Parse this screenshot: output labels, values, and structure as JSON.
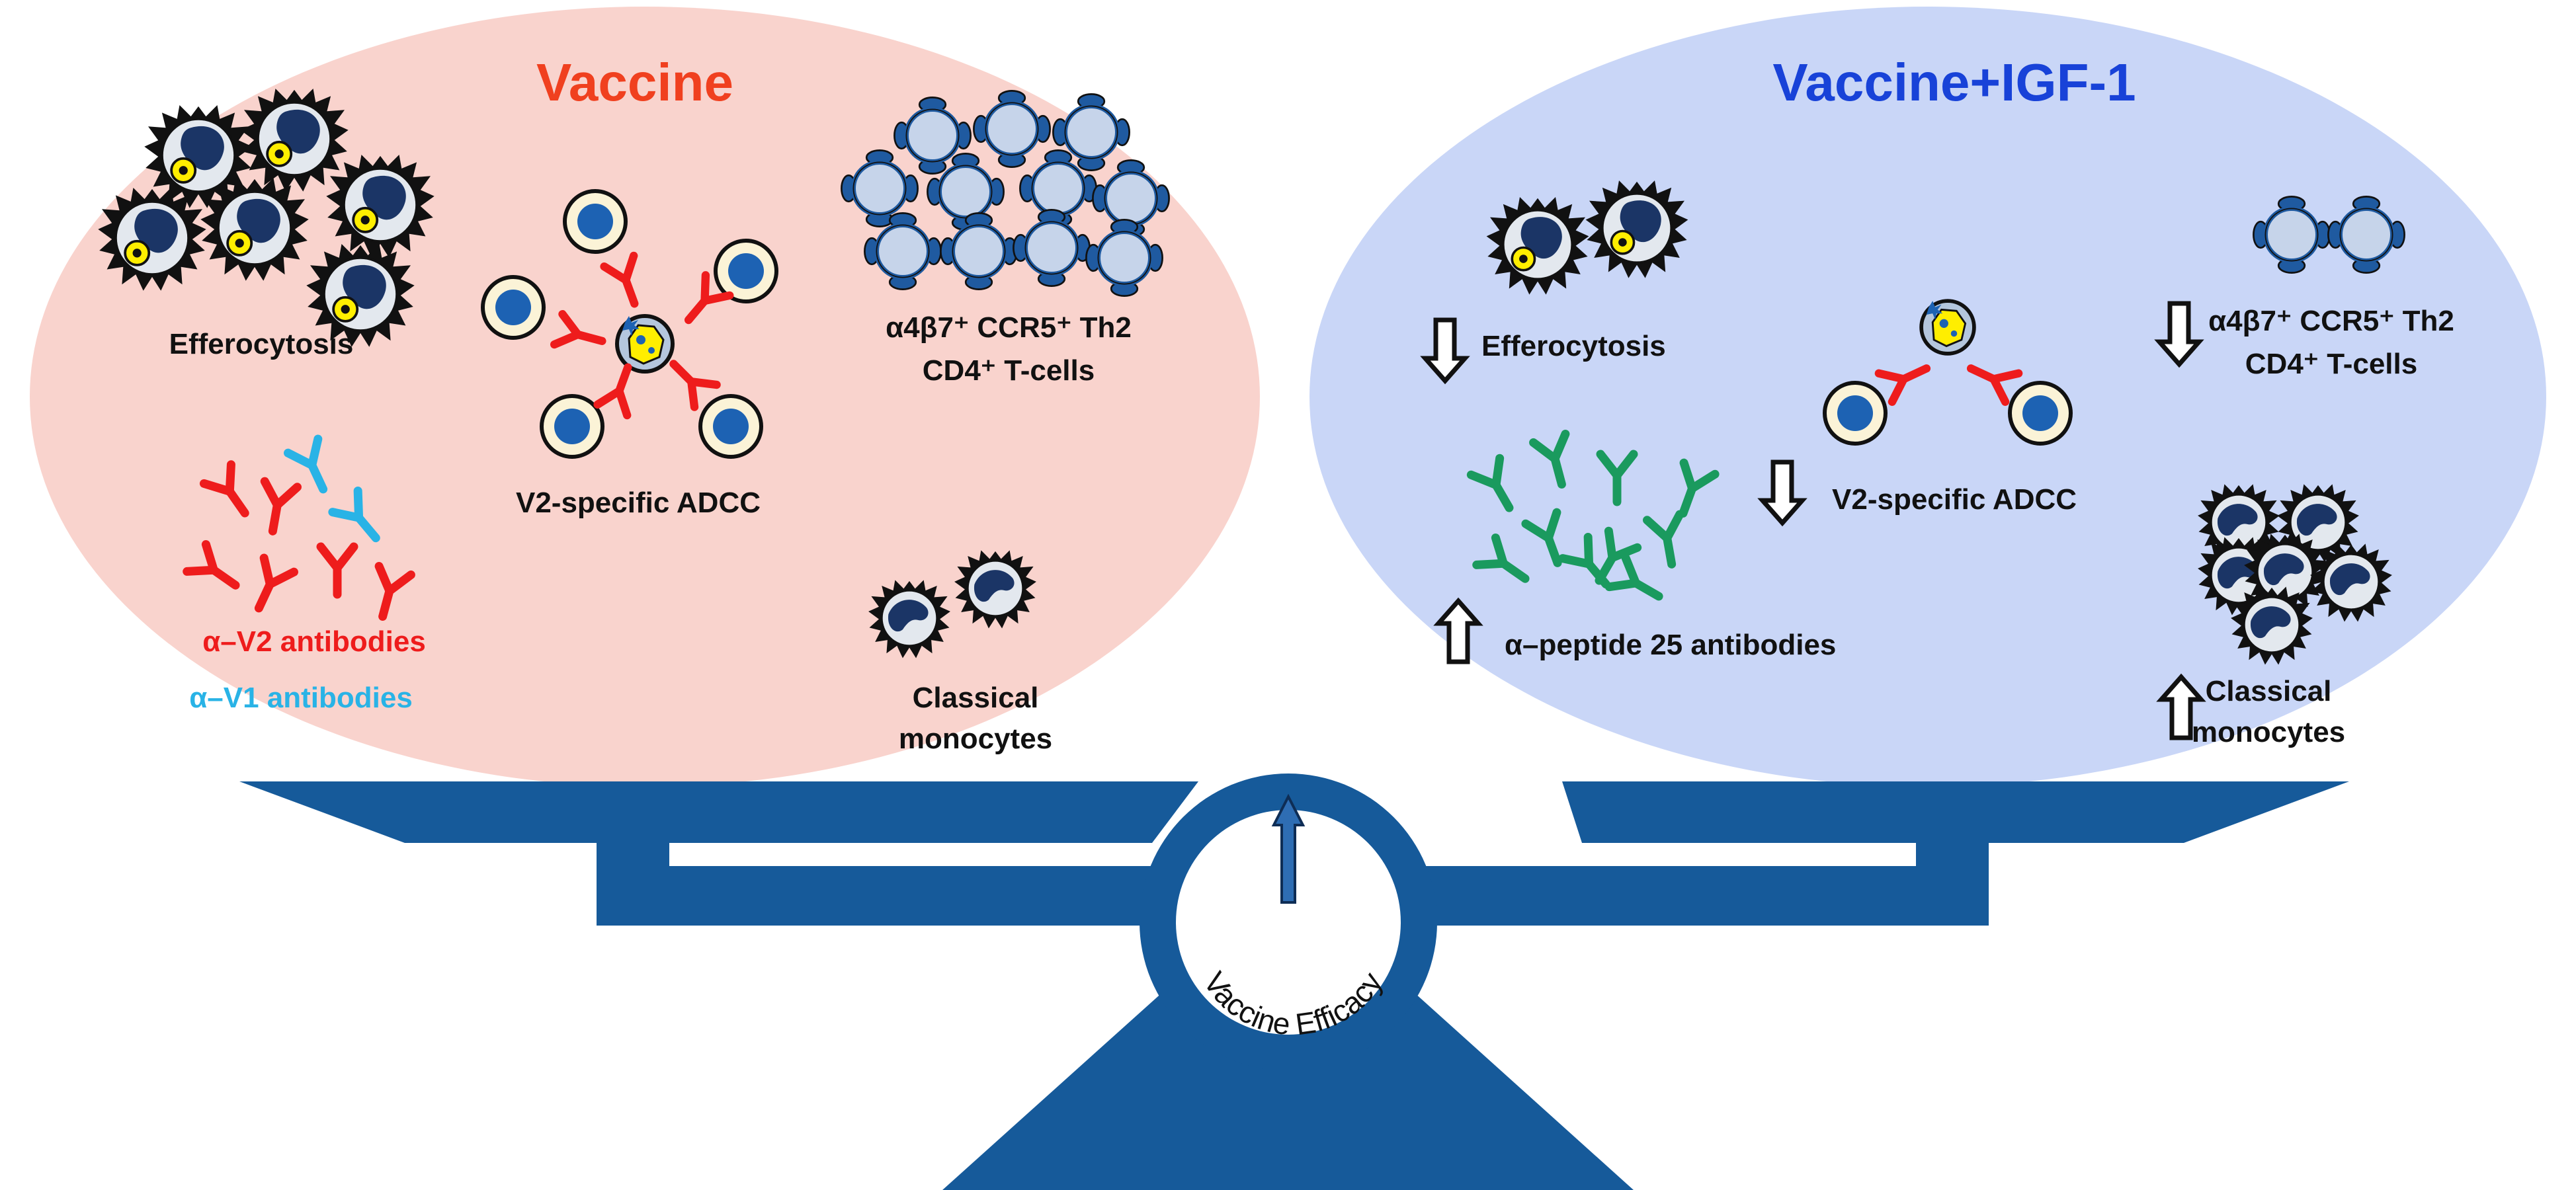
{
  "left_panel": {
    "title": "Vaccine",
    "efferocytosis": "Efferocytosis",
    "adcc": "V2-specific ADCC",
    "tcells_line1": "α4β7⁺ CCR5⁺ Th2",
    "tcells_line2": "CD4⁺ T-cells",
    "v2_antibodies": "α–V2 antibodies",
    "v1_antibodies": "α–V1 antibodies",
    "monocytes_line1": "Classical",
    "monocytes_line2": "monocytes"
  },
  "right_panel": {
    "title": "Vaccine+IGF-1",
    "efferocytosis": "Efferocytosis",
    "adcc": "V2-specific ADCC",
    "tcells_line1": "α4β7⁺ CCR5⁺ Th2",
    "tcells_line2": "CD4⁺ T-cells",
    "peptide_antibodies": "α–peptide 25 antibodies",
    "monocytes_line1": "Classical",
    "monocytes_line2": "monocytes"
  },
  "scale": {
    "label_word1": "Vaccine",
    "label_word2": "Efficacy"
  },
  "colors": {
    "left_bg": "#f9d3cd",
    "right_bg": "#c9d6f7",
    "left_title": "#f0401f",
    "right_title": "#1842d8",
    "scale": "#165a9a",
    "v2_antibody": "#ee1c1c",
    "v1_antibody": "#29b3e6",
    "peptide_antibody": "#1a9a5e"
  }
}
